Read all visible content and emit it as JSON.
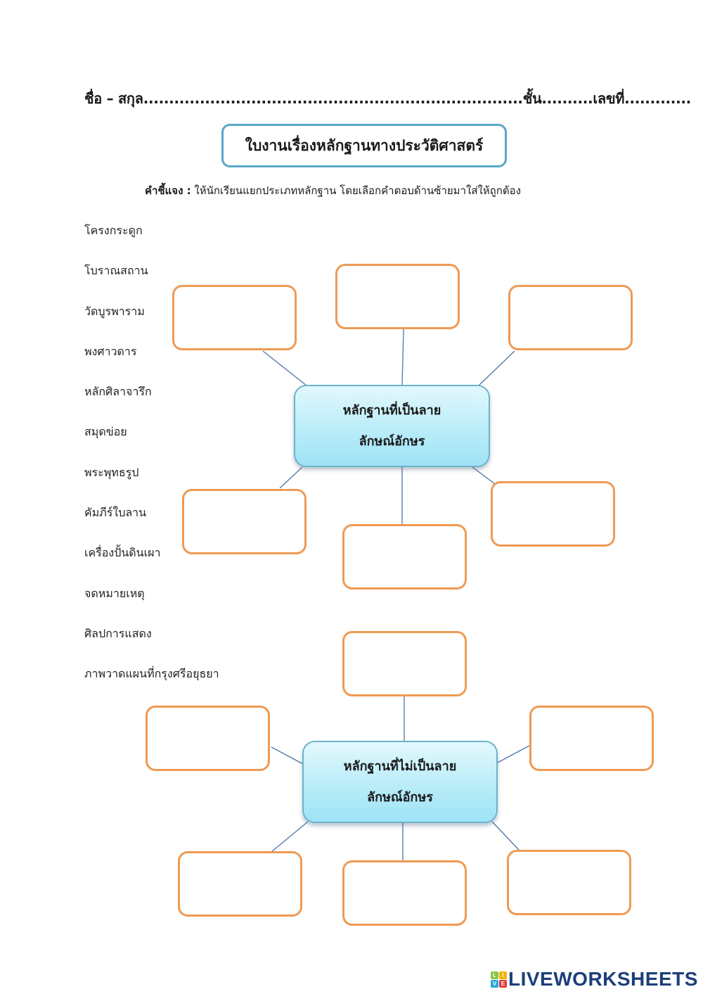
{
  "header": {
    "name_label": "ชื่อ – สกุล",
    "name_blank": "..........................................................................",
    "class_label": "ชั้น",
    "class_blank": "..........",
    "number_label": "เลขที่",
    "number_blank": "............."
  },
  "title": "ใบงานเรื่องหลักฐานทางประวัติศาสตร์",
  "instruction": {
    "label": "คำชี้แจง :",
    "text": " ให้นักเรียนแยกประเภทหลักฐาน โดยเลือกคำตอบด้านซ้ายมาใส่ให้ถูกต้อง"
  },
  "word_bank": [
    "โครงกระดูก",
    "โบราณสถาน",
    "วัดบูรพาราม",
    "พงศาวดาร",
    "หลักศิลาจารึก",
    "สมุดข่อย",
    "พระพุทธรูป",
    "คัมภีร์ใบลาน",
    "เครื่องปั้นดินเผา",
    "จดหมายเหตุ",
    "ศิลปการแสดง",
    "ภาพวาดแผนที่กรุงศรีอยุธยา"
  ],
  "diagrams": [
    {
      "center_line1": "หลักฐานที่เป็นลาย",
      "center_line2": "ลักษณ์อักษร",
      "answers": [
        "",
        "",
        "",
        "",
        "",
        ""
      ]
    },
    {
      "center_line1": "หลักฐานที่ไม่เป็นลาย",
      "center_line2": "ลักษณ์อักษร",
      "answers": [
        "",
        "",
        "",
        "",
        "",
        ""
      ]
    }
  ],
  "colors": {
    "answer_border": "#ef9a53",
    "title_border": "#5aa7c9",
    "center_fill": "#b9ecf8",
    "connector": "#4f74a8",
    "brand": "#1c3f7a"
  },
  "brand": {
    "logo_letters": [
      "L",
      "I",
      "V",
      "E"
    ],
    "text": "LIVEWORKSHEETS"
  }
}
